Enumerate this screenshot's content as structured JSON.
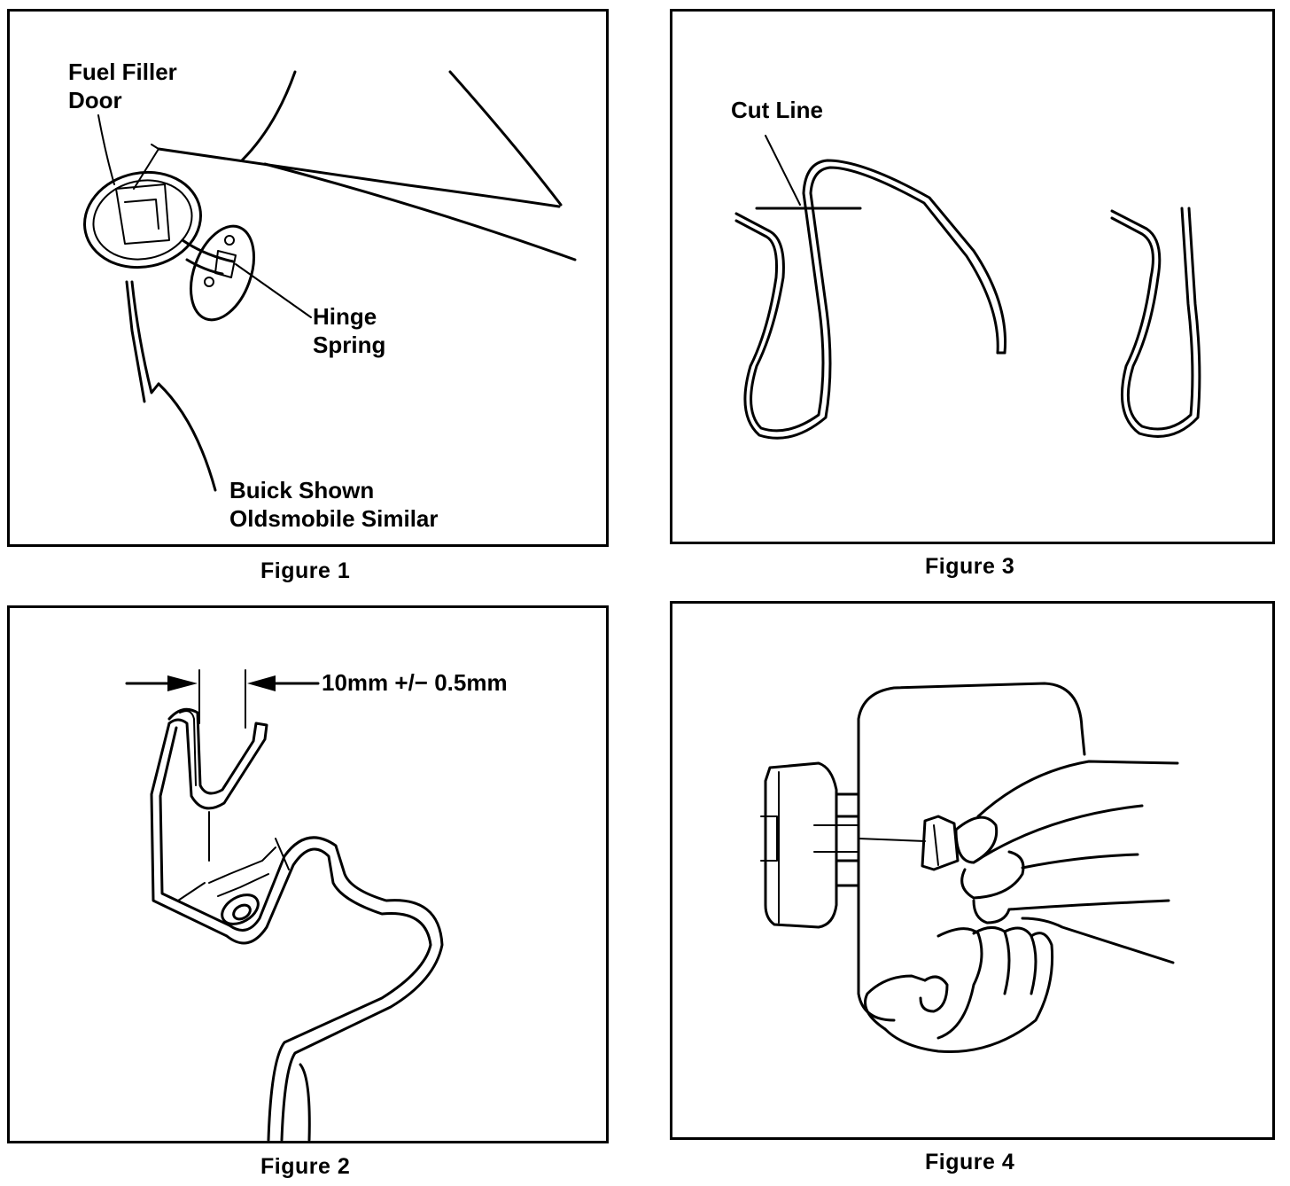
{
  "figures": [
    {
      "caption": "Figure 1",
      "labels": {
        "fuel_filler_door_1": "Fuel Filler",
        "fuel_filler_door_2": "Door",
        "hinge_spring_1": "Hinge",
        "hinge_spring_2": "Spring",
        "note_1": "Buick Shown",
        "note_2": "Oldsmobile Similar"
      }
    },
    {
      "caption": "Figure 2",
      "labels": {
        "dimension": "10mm +/− 0.5mm"
      }
    },
    {
      "caption": "Figure 3",
      "labels": {
        "cut_line": "Cut Line"
      }
    },
    {
      "caption": "Figure 4",
      "labels": {}
    }
  ]
}
